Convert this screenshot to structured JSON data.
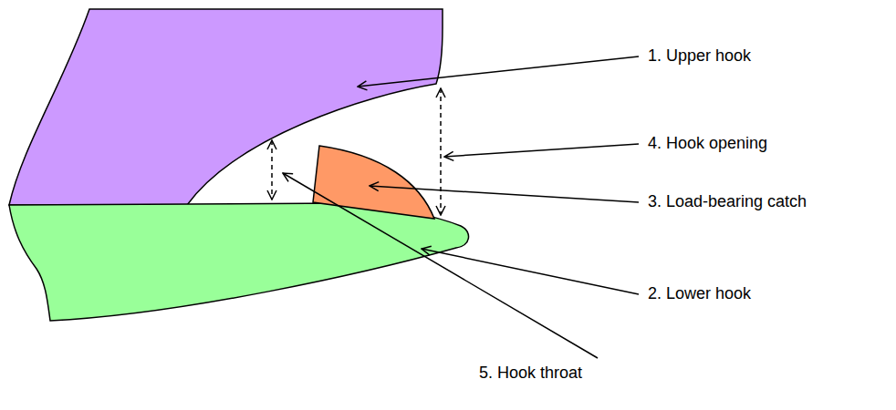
{
  "diagram": {
    "labels": [
      "1. Upper hook",
      "4. Hook opening",
      "3. Load-bearing catch",
      "2. Lower hook",
      "5. Hook throat"
    ]
  }
}
